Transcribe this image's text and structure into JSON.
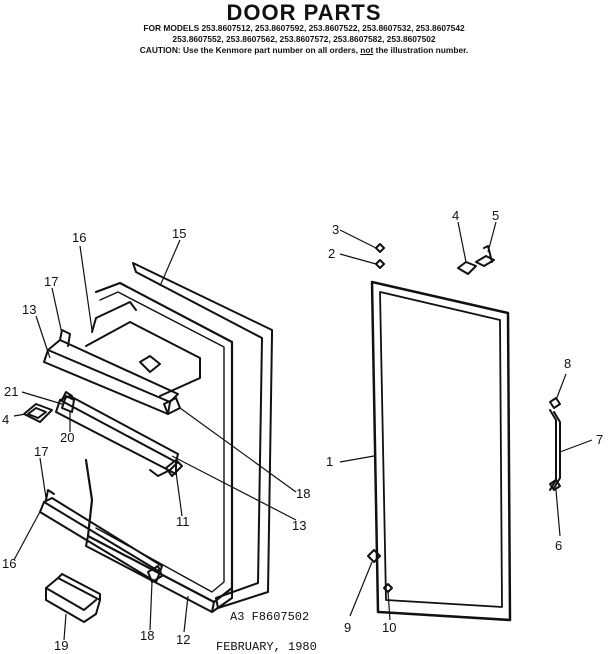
{
  "header": {
    "title": "DOOR PARTS",
    "models_line1": "FOR MODELS 253.8607512, 253.8607592, 253.8607522, 253.8607532, 253.8607542",
    "models_line2": "253.8607552, 253.8607562, 253.8607572, 253.8607582, 253.8607502",
    "caution_prefix": "CAUTION: Use the Kenmore part number on all orders, ",
    "caution_not": "not",
    "caution_suffix": " the illustration number."
  },
  "figure": {
    "code": "A3 F8607502",
    "date": "FEBRUARY, 1980"
  },
  "callouts": {
    "c1": "1",
    "c2": "2",
    "c3": "3",
    "c4a": "4",
    "c4b": "4",
    "c5": "5",
    "c6": "6",
    "c7": "7",
    "c8": "8",
    "c9": "9",
    "c10": "10",
    "c11": "11",
    "c12": "12",
    "c13a": "13",
    "c13b": "13",
    "c15": "15",
    "c16a": "16",
    "c16b": "16",
    "c17a": "17",
    "c17b": "17",
    "c18a": "18",
    "c18b": "18",
    "c19": "19",
    "c20": "20",
    "c21": "21"
  }
}
